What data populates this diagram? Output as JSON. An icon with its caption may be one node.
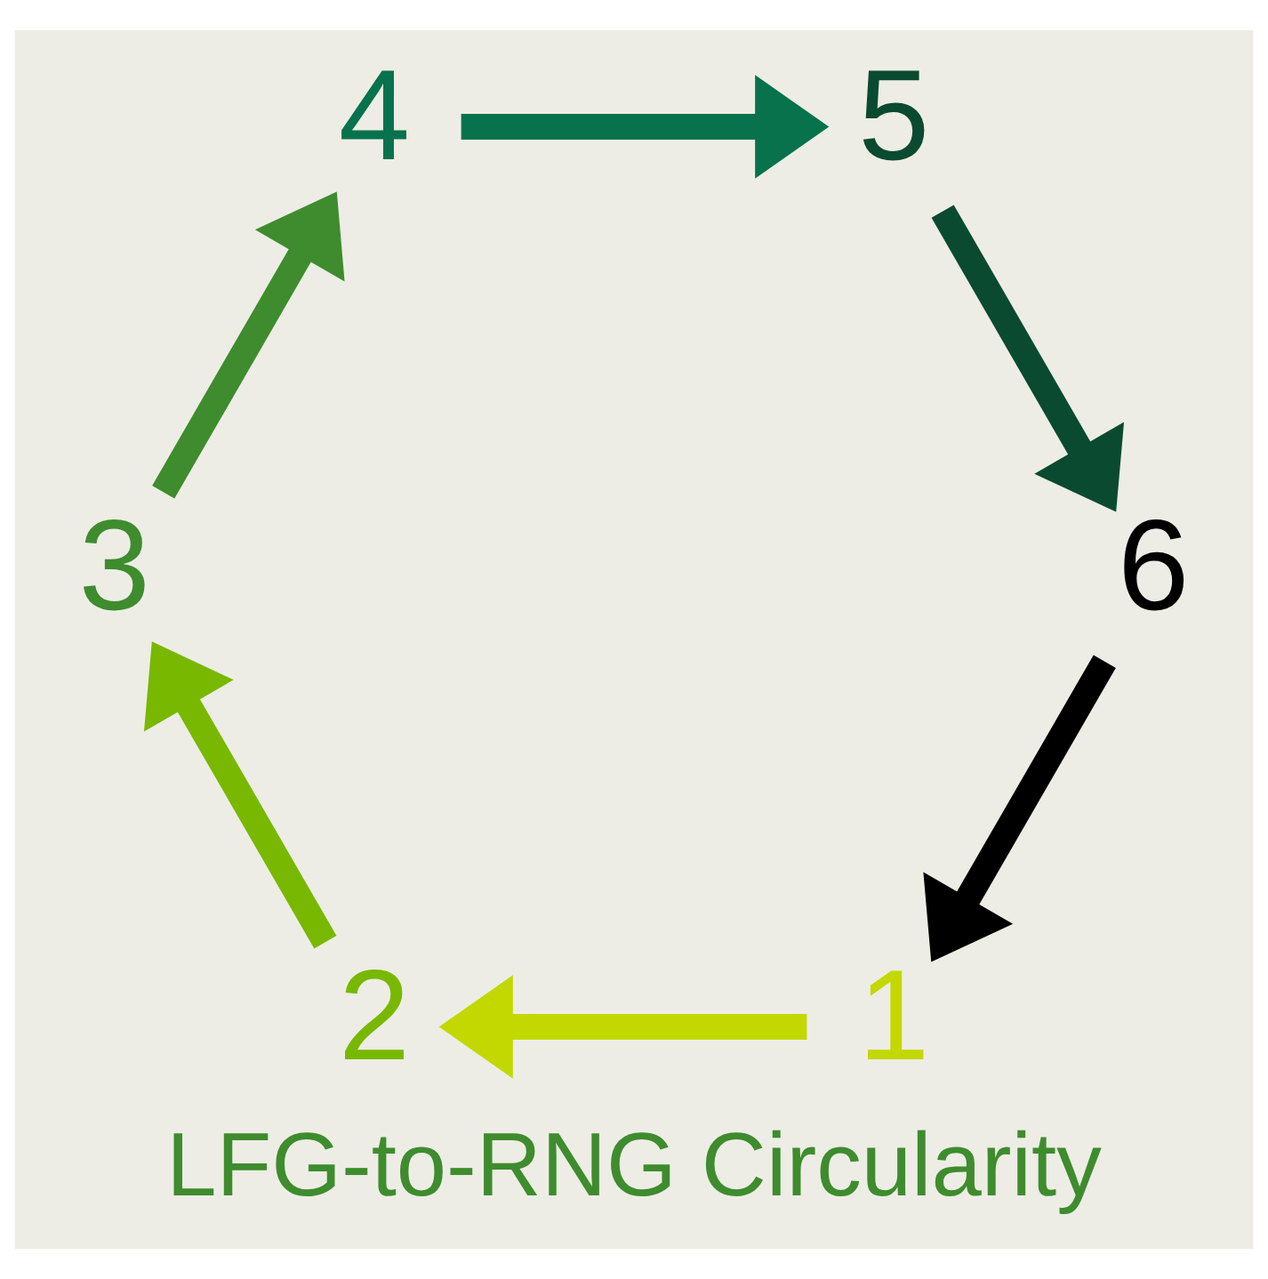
{
  "diagram": {
    "title": "LFG-to-RNG Circularity",
    "nodes": [
      {
        "text": [
          "1"
        ]
      },
      {
        "text": [
          "2"
        ]
      },
      {
        "text": [
          "3"
        ]
      },
      {
        "text": [
          "4"
        ]
      },
      {
        "text": [
          "5"
        ]
      },
      {
        "text": [
          "6"
        ]
      }
    ],
    "edges": [
      {
        "from": 0,
        "to": 1,
        "arrow": "to",
        "color": "#c2d800"
      },
      {
        "from": 1,
        "to": 2,
        "arrow": "to",
        "color": "#78b800"
      },
      {
        "from": 2,
        "to": 3,
        "arrow": "to",
        "color": "#3e8c2e"
      },
      {
        "from": 3,
        "to": 4,
        "arrow": "to",
        "color": "#07724c"
      },
      {
        "from": 4,
        "to": 5,
        "arrow": "to",
        "color": "#0a4a30"
      },
      {
        "from": 5,
        "to": 0,
        "arrow": "to",
        "color": "#000000"
      }
    ]
  }
}
